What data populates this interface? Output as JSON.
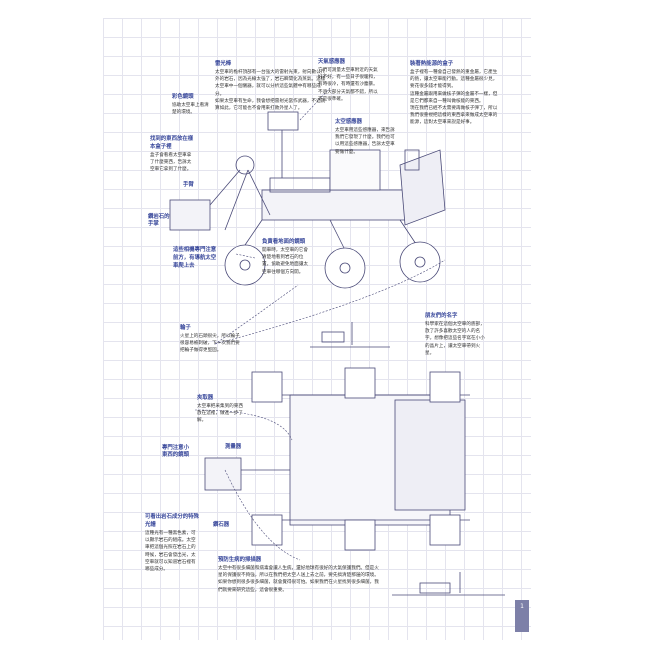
{
  "page_number": "1",
  "callouts": {
    "laser": {
      "title": "雷光棒",
      "body": "太空車的桅杆頂部有一台強大的雷射光束，射向數公尺外的岩石，因為光線太強了，岩石瞬間化為蒸氣。這樣太空車中一個儀器，就可以分析這些氣體中有哪些成分。",
      "body2": "如果太空車有生命，我會想把雷射光當作武器，不過就算如此，它可能也不會用來打敗外星人了。"
    },
    "color_camera": {
      "title": "彩色鏡頭",
      "body": "協助太空車上看清楚的環境。"
    },
    "sample_box": {
      "title": "找到的東西放在樣本盒子裡",
      "body": "盒子會看看太空車拿了什麼東西，告訴太空車它拿到了什麼。"
    },
    "arm": {
      "title": "手臂"
    },
    "drill_hand": {
      "title": "鑽岩石的手掌"
    },
    "hazard_cams": {
      "title": "這些相機專門注意前方，有導航太空車爬上去"
    },
    "ground_camera": {
      "title": "負責看地面的鏡頭",
      "body": "開車時，太空車的它會清楚地看到岩石的位置，協助避免地面讓太空車往哪個方向開。"
    },
    "weather": {
      "title": "天氣感應器",
      "body": "它們可測量太空車附近的天氣好不好，有一些日子很暖和，有時很冷，有時還有沙塵暴。",
      "body2": "不過大部分天氣都不錯，所以不是很準確。"
    },
    "space_sensor": {
      "title": "太空感應器",
      "body": "太空車用這些感應器，來告訴我們它發現了什麼。我們也可以用這些感應器，告訴太空車要做什麼。"
    },
    "power_box": {
      "title": "裝著熱能源的盒子",
      "body": "盒子裡有一種會自己發熱的重金屬，它產生的熱，讓太空車能行動。這種金屬很少見，要花很多錢才能得到。",
      "body2": "這種金屬跟用來做核子彈的金屬不一樣，但是它們都來自一種叫做核能的東西。",
      "body3": "現在我們已經不太需要再做核子彈了，所以我們很重視把這樣的東西拿來做成太空車的能源，這對太空車來說是好事。"
    },
    "wheels": {
      "title": "輪子",
      "body": "火星上的石頭很尖，所以輪子很容易被刺破，下一次我們要把輪子做得更堅固。"
    },
    "names": {
      "title": "朋友們的名字",
      "body": "科學家在這個太空車的底部，放了許多喜歡太空的人的名字。想像把這些名字寫在小小的晶片上，讓太空車帶到火星。"
    },
    "gripper": {
      "title": "夾取器",
      "body": "太空車把采集到的東西放在這裡，做進一步了解。"
    },
    "close_camera": {
      "title": "專門注意小東西的鏡頭"
    },
    "gauge": {
      "title": "測量器"
    },
    "rock_drill": {
      "title": "鑽石器"
    },
    "spectrometer": {
      "title": "可看出岩石成分的特殊光譜",
      "body": "這種光有一種黑色素，可以顯示岩石的組成。太空車把這個光照在岩石上的時候，岩石會發出光，太空車就可以知道岩石裡有哪些成分。"
    },
    "scanner": {
      "title": "預防生病的掃描器",
      "body": "太空中有很多細菌和病毒會讓人生病，還好地球有很好的大氣保護我們。但是火星的保護很不夠強，所以在我們把太空人送上去之前，要先搞清楚那邊的環境。",
      "body2": "如果你想到很多很多細菌，就會覺得很可怕。如果我們在火星找到很多細菌，我們就要來研究這些，這會很重要。"
    }
  },
  "colors": {
    "heading": "#3b4a9c",
    "line": "#4a4a78",
    "tab": "#7d80a8"
  }
}
